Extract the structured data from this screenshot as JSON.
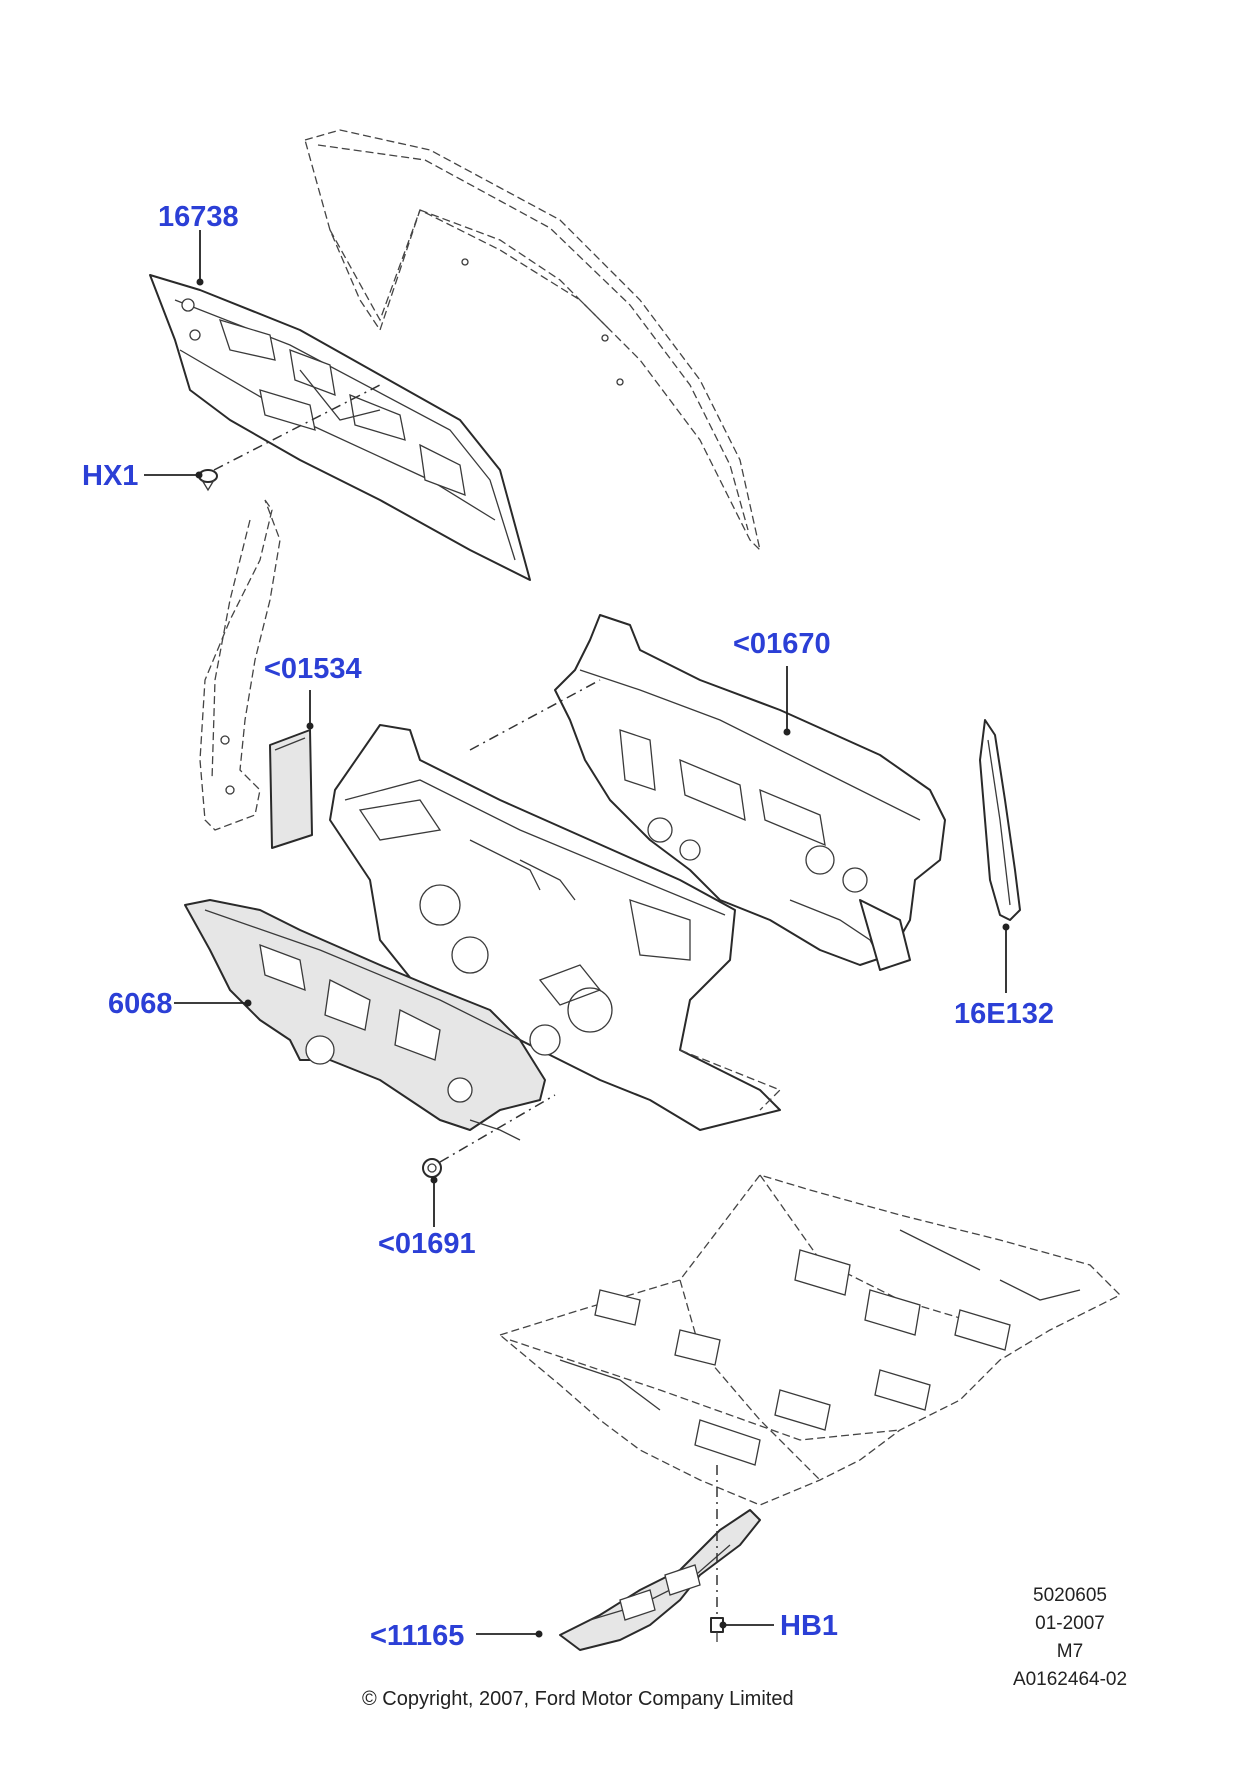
{
  "callouts": {
    "c16738": "16738",
    "hx1": "HX1",
    "c01534": "<01534",
    "c01670": "<01670",
    "c6068": "6068",
    "c16e132": "16E132",
    "c01691": "<01691",
    "c11165": "<11165",
    "hb1": "HB1"
  },
  "meta": {
    "line1": "5020605",
    "line2": "01-2007",
    "line3": "M7",
    "line4": "A0162464-02"
  },
  "copyright": "© Copyright, 2007, Ford Motor Company Limited",
  "colors": {
    "callout": "#2b3fd6",
    "line": "#2a2a2a"
  }
}
